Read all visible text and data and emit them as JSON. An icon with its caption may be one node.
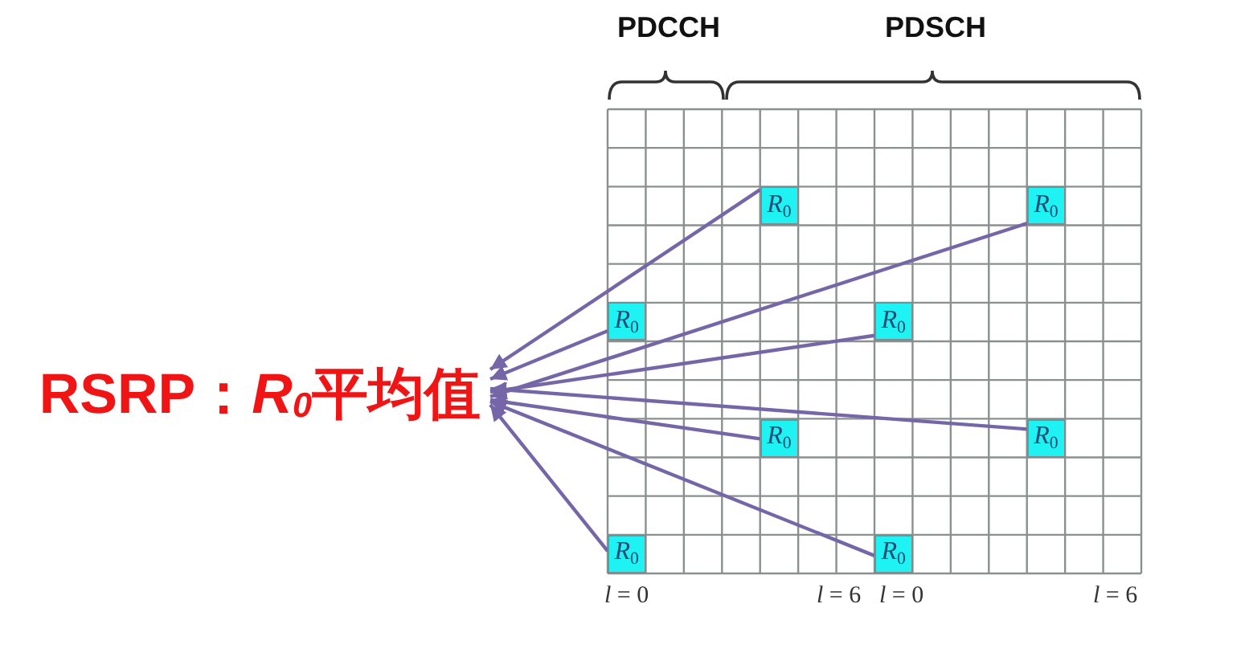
{
  "diagram": {
    "nodes": [
      {
        "text": [
          "RSRP：*R*$_{0}$平均值"
        ]
      },
      {
        "text": [
          "*R*$_{0}$"
        ]
      },
      {
        "text": [
          "*R*$_{0}$"
        ]
      },
      {
        "text": [
          "*R*$_{0}$"
        ]
      },
      {
        "text": [
          "*R*$_{0}$"
        ]
      },
      {
        "text": [
          "*R*$_{0}$"
        ]
      },
      {
        "text": [
          "*R*$_{0}$"
        ]
      },
      {
        "text": [
          "*R*$_{0}$"
        ]
      },
      {
        "text": [
          "*R*$_{0}$"
        ]
      }
    ],
    "edges": [
      {
        "from": 1,
        "to": 0,
        "arrow": "to"
      },
      {
        "from": 2,
        "to": 0,
        "arrow": "to"
      },
      {
        "from": 3,
        "to": 0,
        "arrow": "to"
      },
      {
        "from": 4,
        "to": 0,
        "arrow": "to"
      },
      {
        "from": 5,
        "to": 0,
        "arrow": "to"
      },
      {
        "from": 6,
        "to": 0,
        "arrow": "to"
      },
      {
        "from": 7,
        "to": 0,
        "arrow": "to"
      },
      {
        "from": 8,
        "to": 0,
        "arrow": "to"
      }
    ],
    "labels": [
      "PDCCH",
      "PDSCH",
      "*l* = 0",
      "*l* = 6",
      "*l* = 0",
      "*l* = 6"
    ]
  }
}
